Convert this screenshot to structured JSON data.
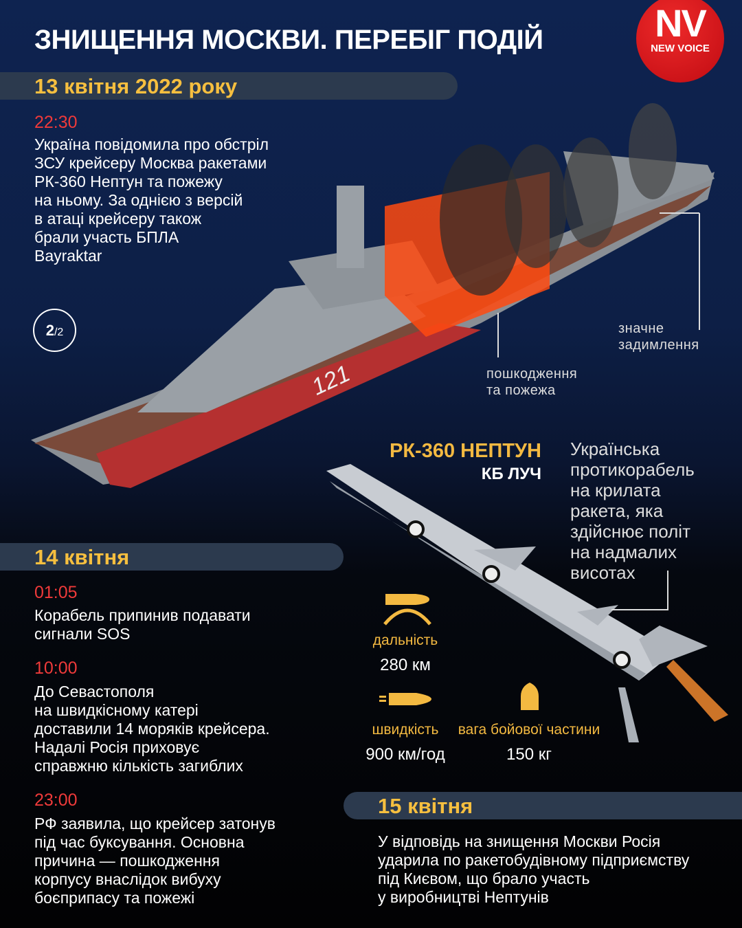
{
  "title": "ЗНИЩЕННЯ МОСКВИ. ПЕРЕБІГ ПОДІЙ",
  "logo": {
    "main": "NV",
    "sub": "NEW VOICE"
  },
  "page_indicator": {
    "current": "2",
    "total": "/2"
  },
  "day1": {
    "date": "13 квітня 2022 року",
    "events": [
      {
        "time": "22:30",
        "text": "Україна повідомила про обстріл\nЗСУ крейсеру Москва ракетами\nРК-360 Нептун та пожежу\nна ньому. За однією з версій\nв атаці крейсеру також\nбрали участь БПЛА\nBayraktar"
      }
    ]
  },
  "ship": {
    "hull_number": "121",
    "callouts": {
      "smoke": "значне\nзадимлення",
      "damage": "пошкодження\nта пожежа"
    }
  },
  "missile": {
    "name": "РК-360 НЕПТУН",
    "maker": "КБ ЛУЧ",
    "description": "Українська\nпротикорабель\nна крилата\nракета, яка\nздійснює політ\nна надмалих\nвисотах",
    "specs": [
      {
        "label": "дальність",
        "value": "280 км",
        "icon": "range-arc-icon"
      },
      {
        "label": "швидкість",
        "value": "900 км/год",
        "icon": "speed-missile-icon"
      },
      {
        "label": "вага бойової частини",
        "value": "150 кг",
        "icon": "warhead-icon"
      }
    ]
  },
  "day2": {
    "date": "14 квітня",
    "events": [
      {
        "time": "01:05",
        "text": "Корабель припинив подавати\nсигнали SOS"
      },
      {
        "time": "10:00",
        "text": "До Севастополя\nна швидкісному катері\nдоставили 14 моряків крейсера.\nНадалі Росія приховує\nсправжню кількість загиблих"
      },
      {
        "time": "23:00",
        "text": "РФ заявила, що крейсер затонув\nпід час буксування. Основна\nпричина — пошкодження\nкорпусу внаслідок вибуху\nбоєприпасу та пожежі"
      }
    ]
  },
  "day3": {
    "date": "15 квітня",
    "text": "У відповідь на знищення Москви Росія\nударила по ракетобудівному підприємству\nпід Києвом, що брало участь\nу виробництві Нептунів"
  },
  "colors": {
    "accent": "#f6bf3f",
    "time": "#ef3a3a",
    "band": "#2c3a4e",
    "logo": "#d8141b"
  }
}
